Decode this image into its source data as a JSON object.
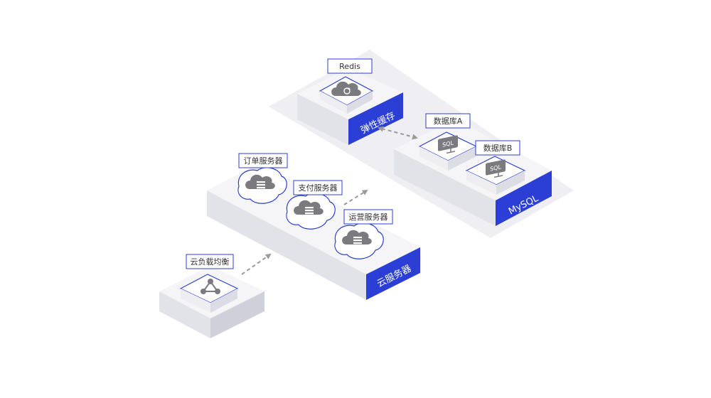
{
  "colors": {
    "accent": "#2b3fd6",
    "platform_top": "#f5f5f7",
    "platform_left": "#e2e2e9",
    "platform_right": "#d0d0da",
    "shadow": "#efeff3",
    "icon": "#7a7a7f",
    "outline": "#2b3fd6",
    "arrow": "#9a9a9a"
  },
  "groups": {
    "elastic_cache": "弹性缓存",
    "mysql": "MySQL",
    "cloud_servers": "云服务器"
  },
  "nodes": {
    "redis": {
      "label": "Redis",
      "icon": "cloud-refresh-icon"
    },
    "db_a": {
      "label": "数据库A",
      "icon": "sql-database-icon"
    },
    "db_b": {
      "label": "数据库B",
      "icon": "sql-database-icon"
    },
    "order_server": {
      "label": "订单服务器",
      "icon": "cloud-server-icon"
    },
    "pay_server": {
      "label": "支付服务器",
      "icon": "cloud-server-icon"
    },
    "ops_server": {
      "label": "运营服务器",
      "icon": "cloud-server-icon"
    },
    "lb": {
      "label": "云负载均衡",
      "icon": "load-balancer-icon"
    }
  }
}
